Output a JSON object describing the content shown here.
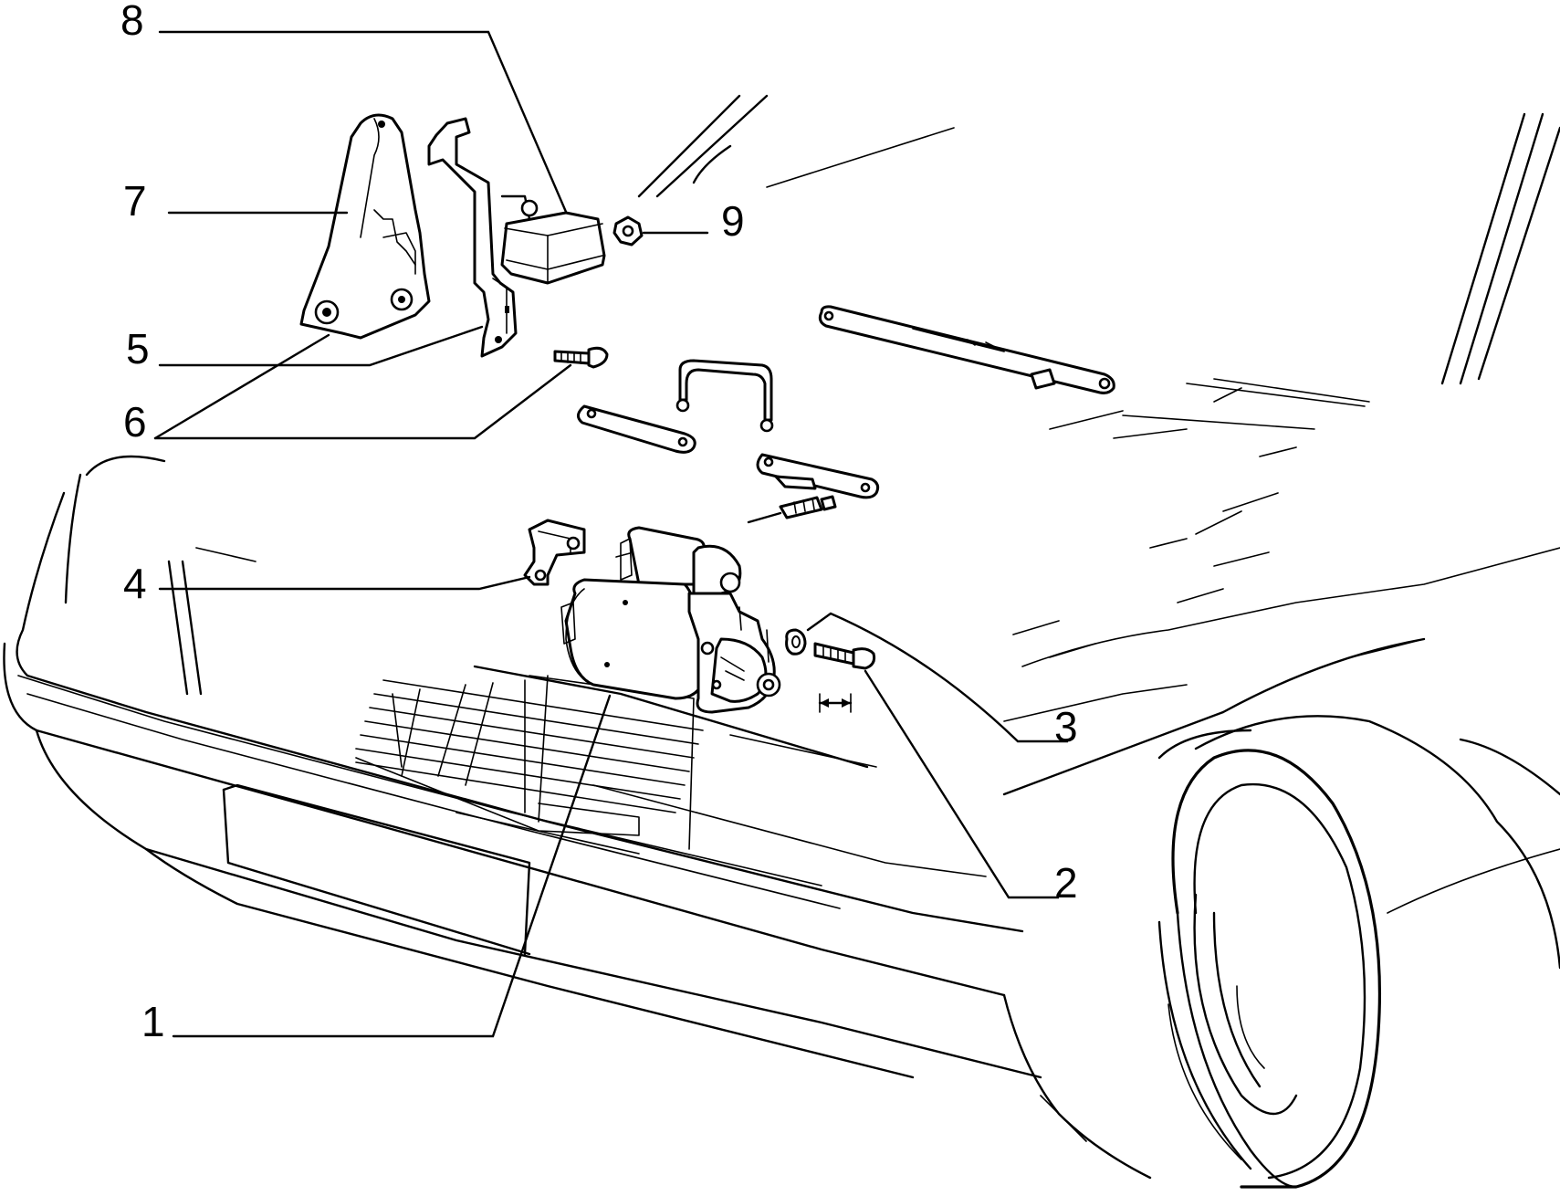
{
  "callouts": [
    {
      "number": "1",
      "part": "starter-motor"
    },
    {
      "number": "2",
      "part": "bolt"
    },
    {
      "number": "3",
      "part": "washer"
    },
    {
      "number": "4",
      "part": "cable-bracket"
    },
    {
      "number": "5",
      "part": "mounting-bracket"
    },
    {
      "number": "6",
      "part": "screw"
    },
    {
      "number": "7",
      "part": "support-plate"
    },
    {
      "number": "8",
      "part": "control-unit"
    },
    {
      "number": "9",
      "part": "nut"
    }
  ]
}
